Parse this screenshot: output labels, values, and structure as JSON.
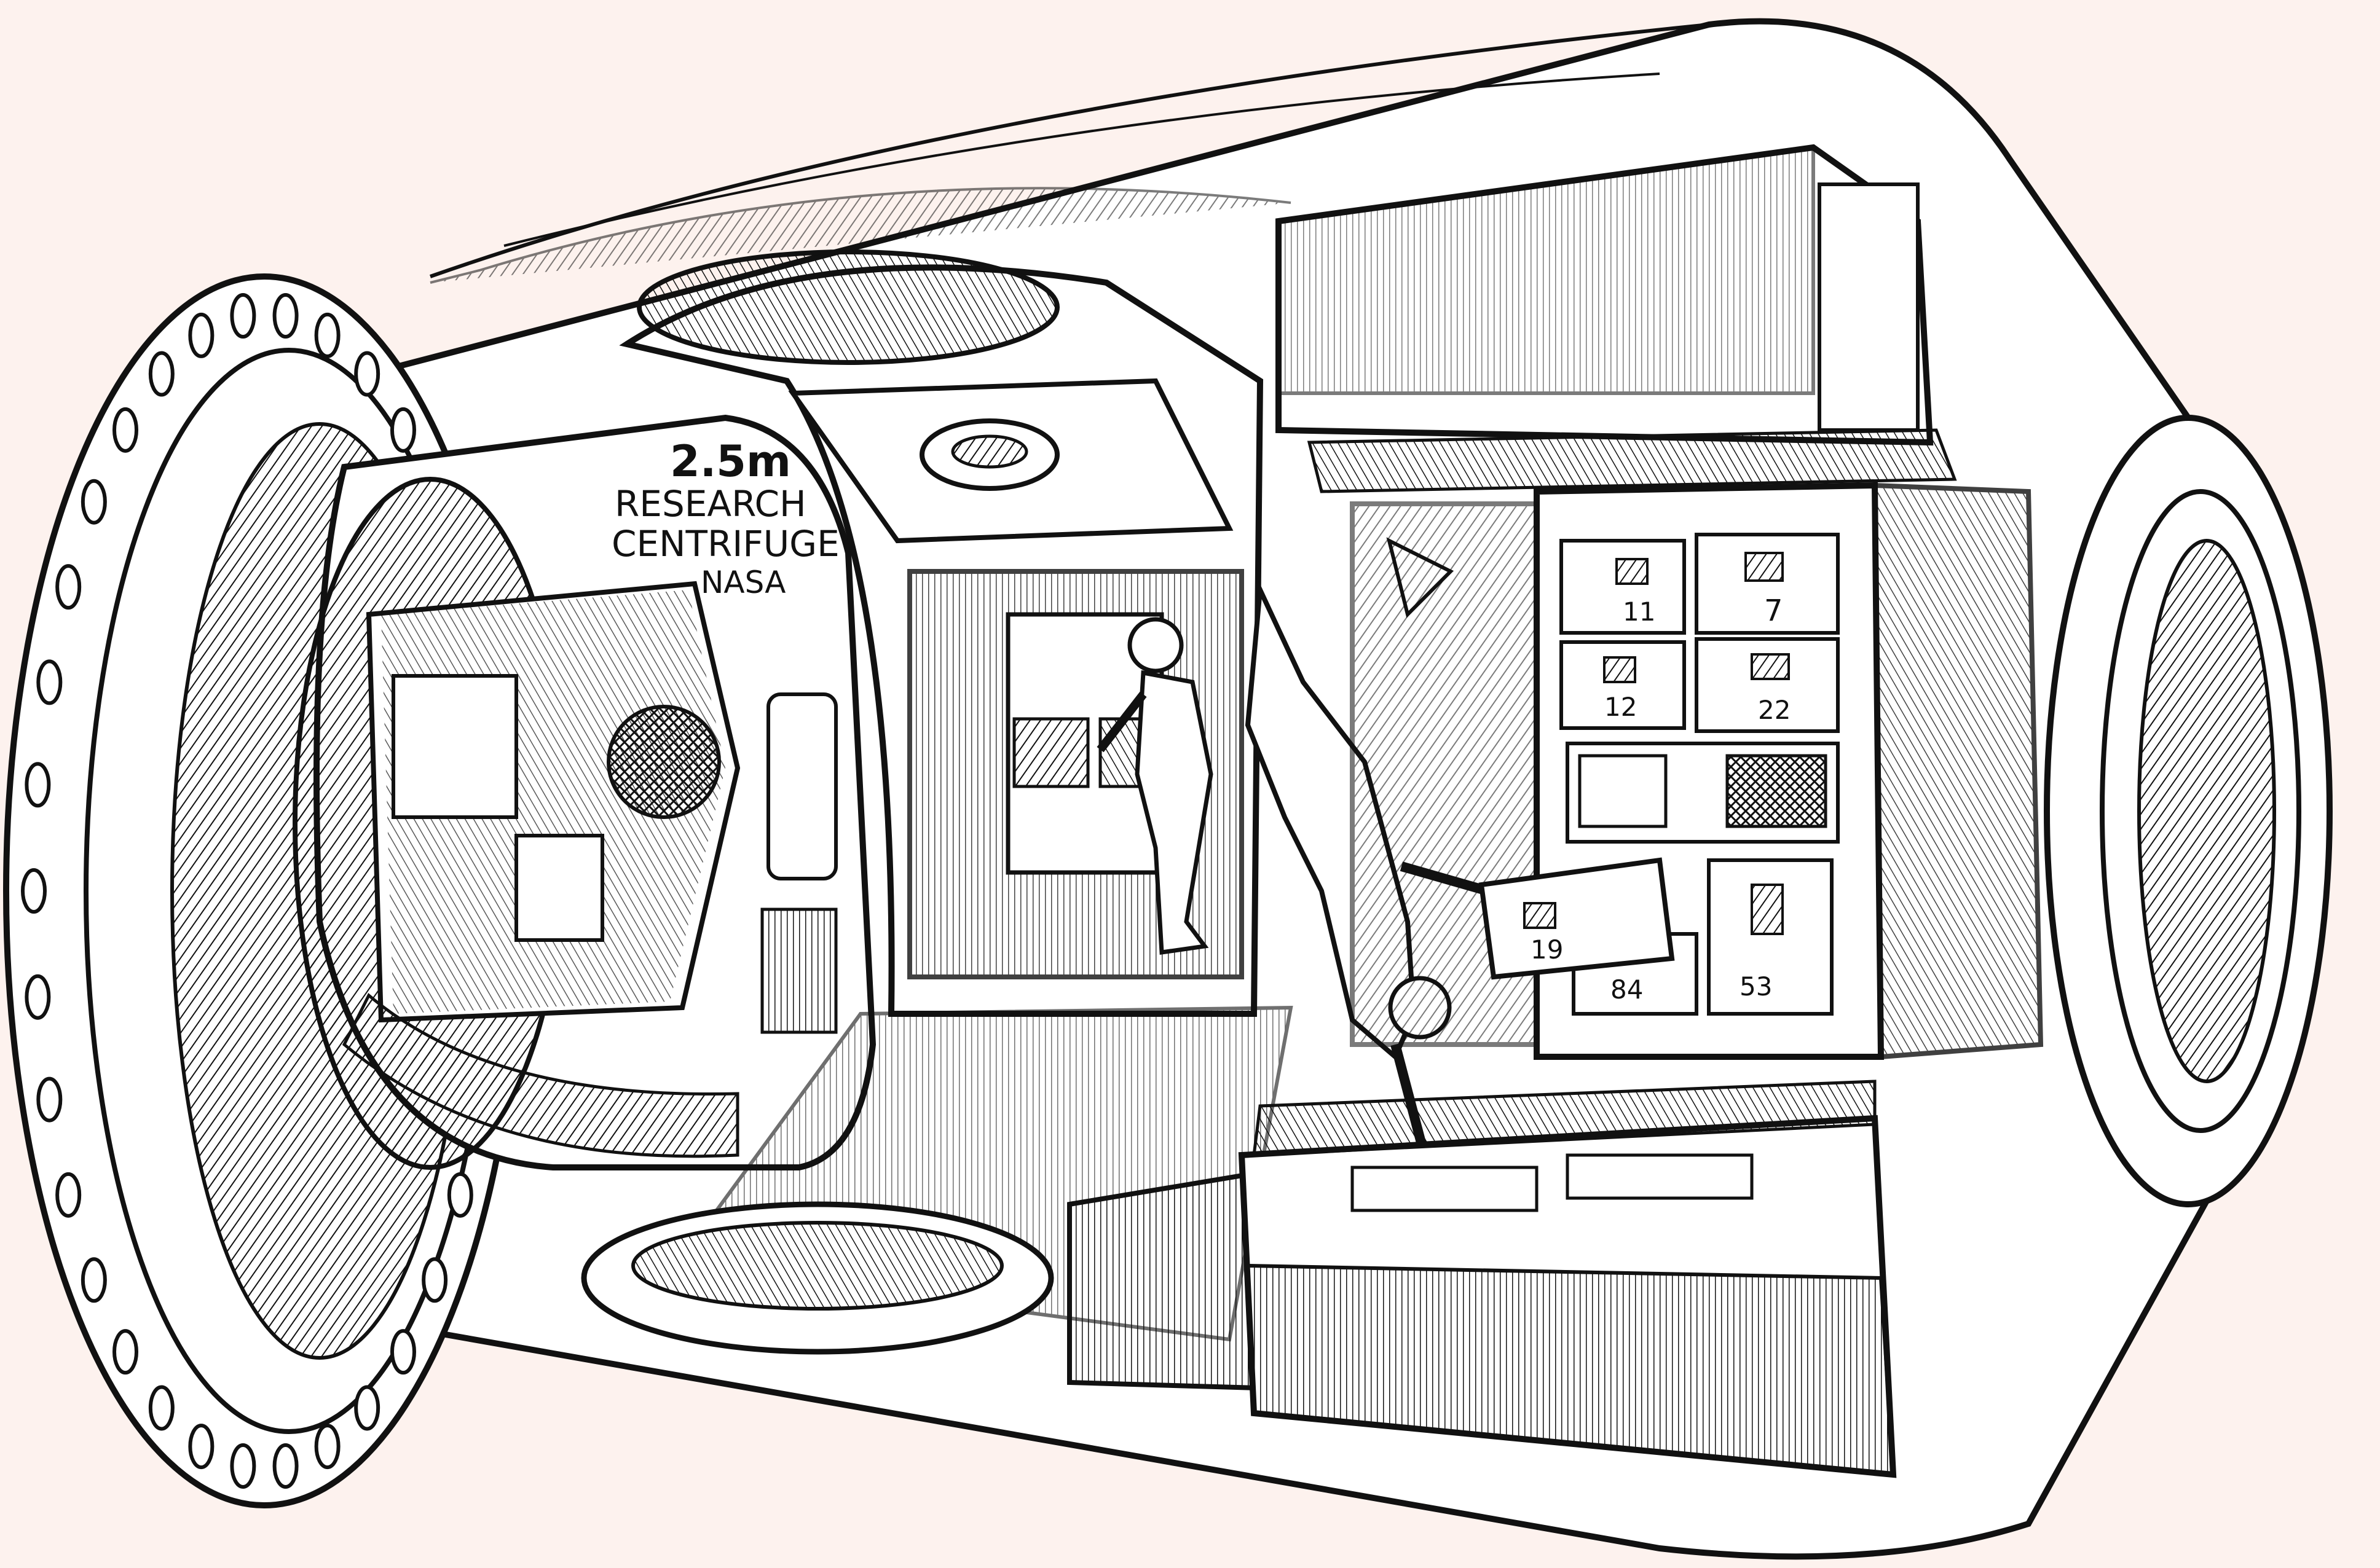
{
  "colors": {
    "background": "#fdf2ee",
    "ink": "#111111",
    "paper": "#ffffff"
  },
  "centrifuge": {
    "label_size": "2.5m",
    "label_line1": "RESEARCH",
    "label_line2": "CENTRIFUGE",
    "label_line3": "NASA"
  },
  "lockers": {
    "upper_left": "11",
    "upper_right": "7",
    "middle_left": "12",
    "middle_right": "22",
    "drawer": "19",
    "lower_left": "84",
    "lower_right": "53"
  }
}
